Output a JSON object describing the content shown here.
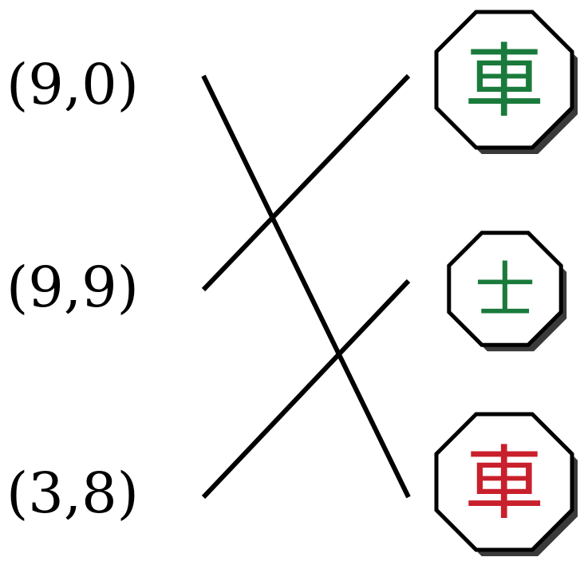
{
  "coordinates": [
    {
      "id": "c1",
      "text": "(9,0)"
    },
    {
      "id": "c2",
      "text": "(9,9)"
    },
    {
      "id": "c3",
      "text": "(3,8)"
    }
  ],
  "pieces": [
    {
      "id": "p1",
      "name": "chariot-green",
      "glyph": "車",
      "color": "#1a7a3c"
    },
    {
      "id": "p2",
      "name": "advisor-green",
      "glyph": "士",
      "color": "#1a7a3c"
    },
    {
      "id": "p3",
      "name": "chariot-red",
      "glyph": "車",
      "color": "#c8202c"
    }
  ],
  "connections": [
    {
      "from": "c1",
      "to": "p3"
    },
    {
      "from": "c2",
      "to": "p1"
    },
    {
      "from": "c3",
      "to": "p2"
    }
  ]
}
